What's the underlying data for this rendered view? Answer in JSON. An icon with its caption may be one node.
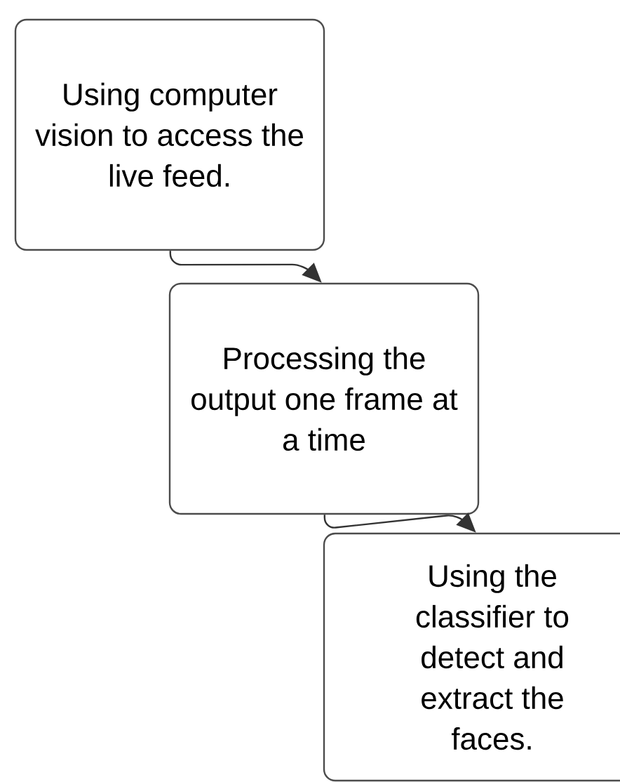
{
  "diagram": {
    "nodes": [
      {
        "text": [
          "Using computer vision to access the live feed."
        ]
      },
      {
        "text": [
          "Processing the output one frame at a time"
        ]
      },
      {
        "text": [
          "Using the classifier to detect and extract the faces."
        ]
      }
    ],
    "edges": [
      {
        "from": 0,
        "to": 1,
        "arrow": "to"
      },
      {
        "from": 1,
        "to": 2,
        "arrow": "to"
      }
    ]
  }
}
